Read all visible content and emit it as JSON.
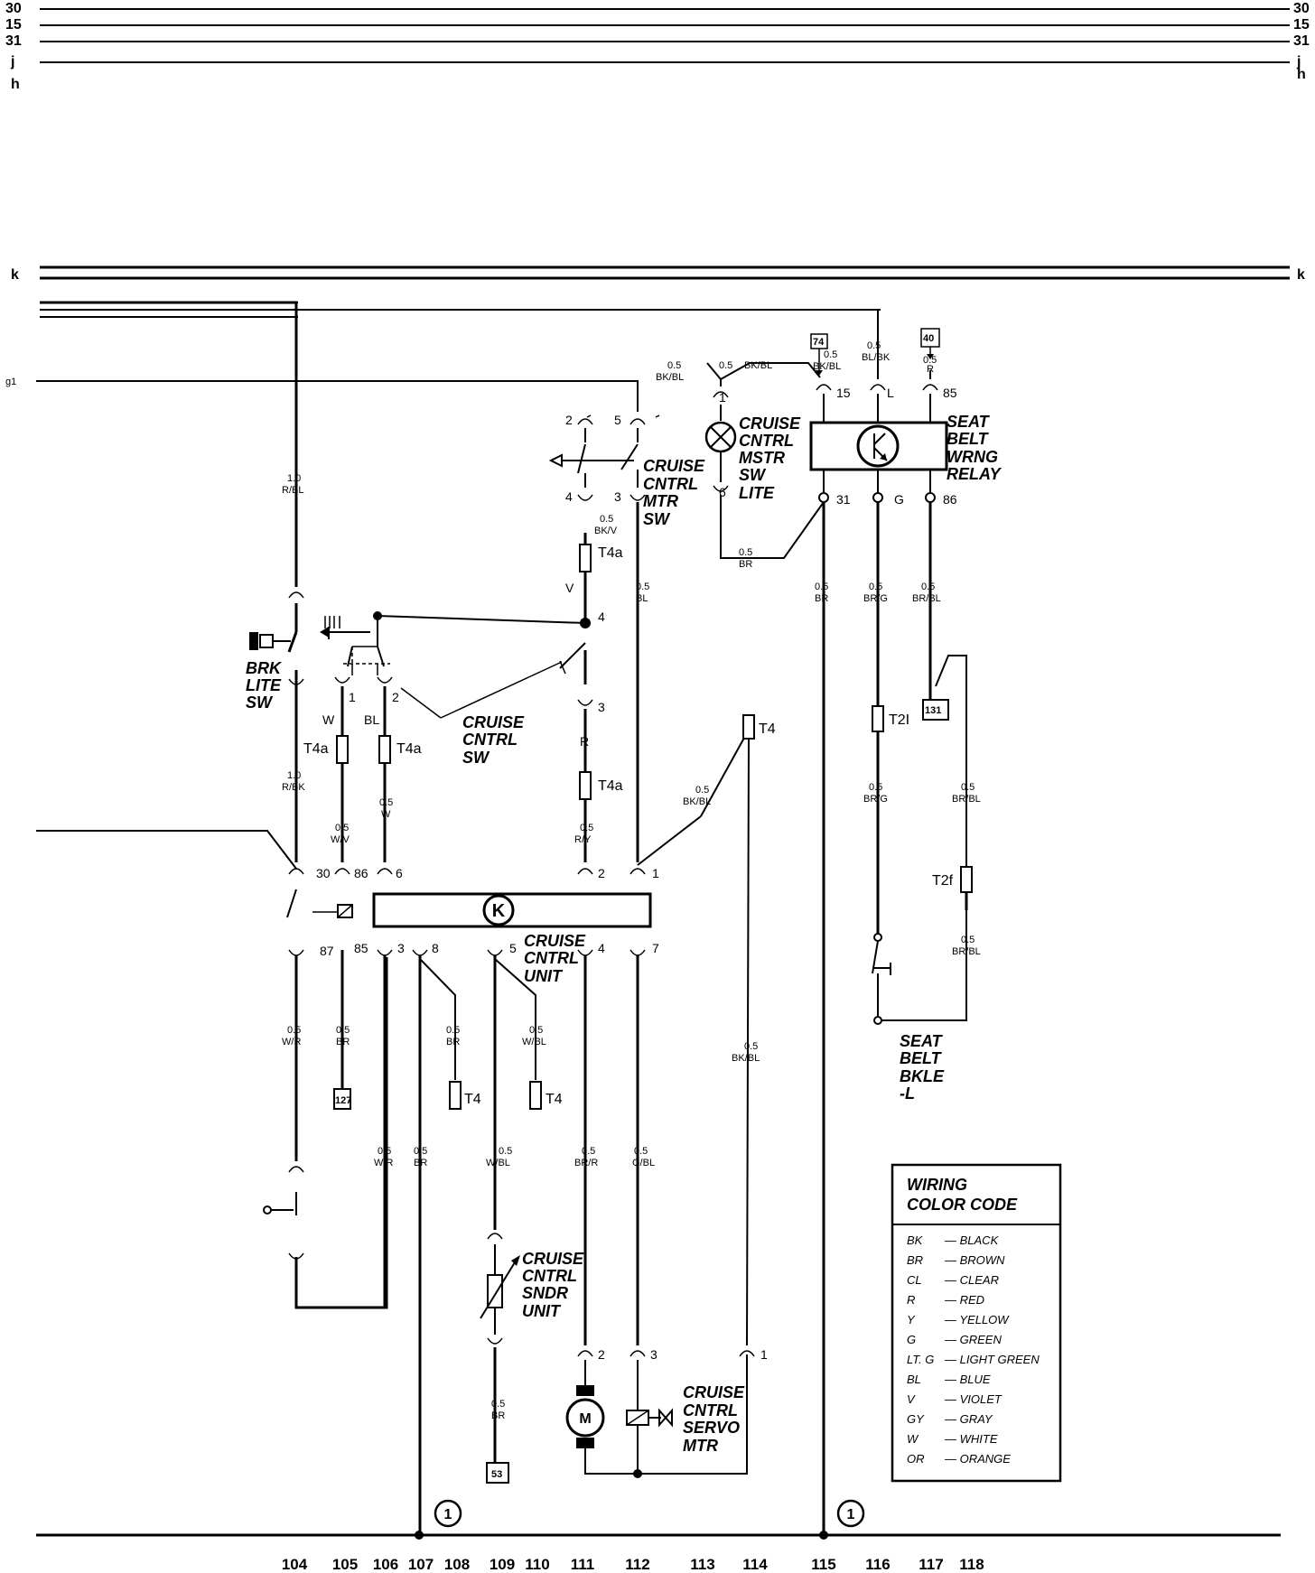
{
  "bus_lines": {
    "top": [
      "30",
      "15",
      "31",
      "j",
      "h"
    ],
    "k": "k",
    "g1": "g1"
  },
  "components": {
    "brk_lite_sw": [
      "BRK",
      "LITE",
      "SW"
    ],
    "cruise_mtr_sw": [
      "CRUISE",
      "CNTRL",
      "MTR",
      "SW"
    ],
    "cruise_mstr_lite": [
      "CRUISE",
      "CNTRL",
      "MSTR",
      "SW",
      "LITE"
    ],
    "seat_belt_relay": [
      "SEAT",
      "BELT",
      "WRNG",
      "RELAY"
    ],
    "cruise_sw": [
      "CRUISE",
      "CNTRL",
      "SW"
    ],
    "cruise_unit": [
      "CRUISE",
      "CNTRL",
      "UNIT"
    ],
    "cruise_sndr": [
      "CRUISE",
      "CNTRL",
      "SNDR",
      "UNIT"
    ],
    "cruise_servo": [
      "CRUISE",
      "CNTRL",
      "SERVO",
      "MTR"
    ],
    "seat_belt_bkle": [
      "SEAT",
      "BELT",
      "BKLE",
      "-L"
    ]
  },
  "symbols": {
    "cruise_unit_k": "K",
    "servo_motor": "M"
  },
  "references": [
    "74",
    "40",
    "131",
    "127",
    "53"
  ],
  "connectors": {
    "t4a": "T4a",
    "t4": "T4",
    "t2i": "T2I",
    "t2f": "T2f"
  },
  "ground": "1",
  "wire_labels": {
    "w105_top": [
      "1.0",
      "R/BL"
    ],
    "w105_mid": [
      "1.0",
      "R/BK"
    ],
    "w105_bot": [
      "0.5",
      "W/R"
    ],
    "w_wv": [
      "0.5",
      "W/V"
    ],
    "w_w": [
      "0.5",
      "W"
    ],
    "w_br127": [
      "0.5",
      "BR"
    ],
    "w_wr2": [
      "0.5",
      "W/R"
    ],
    "w_br107": [
      "0.5",
      "BR"
    ],
    "w_br108": [
      "0.5",
      "BR"
    ],
    "w_wbl109": [
      "0.5",
      "W/BL"
    ],
    "w_wbl110": [
      "0.5",
      "W/BL"
    ],
    "w_br53": [
      "0.5",
      "BR"
    ],
    "w_bkv": [
      "0.5",
      "BK/V"
    ],
    "w_ry": [
      "0.5",
      "R/Y"
    ],
    "w_bl112": [
      "0.5",
      "BL"
    ],
    "w_brr": [
      "0.5",
      "BR/R"
    ],
    "w_gbl": [
      "0.5",
      "G/BL"
    ],
    "w_bkbl1": [
      "0.5",
      "BK/BL"
    ],
    "w_bkbl2": [
      "0.5",
      "BK/BL"
    ],
    "w_bkbl3": [
      "0.5",
      "BK/BL"
    ],
    "w_bkbl114": [
      "0.5",
      "BK/BL"
    ],
    "w_br_lite": [
      "0.5",
      "BR"
    ],
    "w_bkbl_74": [
      "0.5",
      "BK/BL"
    ],
    "w_blbk": [
      "0.5",
      "BL/BK"
    ],
    "w_r85": [
      "0.5",
      "R"
    ],
    "w_br115": [
      "0.5",
      "BR"
    ],
    "w_brg1": [
      "0.5",
      "BR/G"
    ],
    "w_brg2": [
      "0.5",
      "BR/G"
    ],
    "w_brbl1": [
      "0.5",
      "BR/BL"
    ],
    "w_brbl2": [
      "0.5",
      "BR/BL"
    ],
    "w_brbl3": [
      "0.5",
      "BR/BL"
    ]
  },
  "pin_labels": {
    "relay_15": "15",
    "relay_L": "L",
    "relay_85": "85",
    "relay_31": "31",
    "relay_G": "G",
    "relay_86": "86",
    "sw_2": "2",
    "sw_5": "5",
    "sw_4": "4",
    "sw_3": "3",
    "lite_1": "1",
    "lite_6": "6",
    "csw_4": "4",
    "csw_3": "3",
    "csw_1": "1",
    "csw_2": "2",
    "u_30": "30",
    "u_86": "86",
    "u_6": "6",
    "u_2": "2",
    "u_1": "1",
    "u_87": "87",
    "u_85": "85",
    "u_3": "3",
    "u_8": "8",
    "u_5": "5",
    "u_4": "4",
    "u_7": "7",
    "m_2": "2",
    "m_3": "3",
    "m_1": "1",
    "t4a_v": "V",
    "t4a_w": "W",
    "t4a_bl": "BL",
    "t4a_r": "R"
  },
  "legend": {
    "title": [
      "WIRING",
      "COLOR CODE"
    ],
    "items": [
      {
        "code": "BK",
        "name": "BLACK"
      },
      {
        "code": "BR",
        "name": "BROWN"
      },
      {
        "code": "CL",
        "name": "CLEAR"
      },
      {
        "code": "R",
        "name": "RED"
      },
      {
        "code": "Y",
        "name": "YELLOW"
      },
      {
        "code": "G",
        "name": "GREEN"
      },
      {
        "code": "LT. G",
        "name": "LIGHT GREEN"
      },
      {
        "code": "BL",
        "name": "BLUE"
      },
      {
        "code": "V",
        "name": "VIOLET"
      },
      {
        "code": "GY",
        "name": "GRAY"
      },
      {
        "code": "W",
        "name": "WHITE"
      },
      {
        "code": "OR",
        "name": "ORANGE"
      }
    ]
  },
  "columns": [
    "104",
    "105",
    "106",
    "107",
    "108",
    "109",
    "110",
    "111",
    "112",
    "113",
    "114",
    "115",
    "116",
    "117",
    "118"
  ]
}
